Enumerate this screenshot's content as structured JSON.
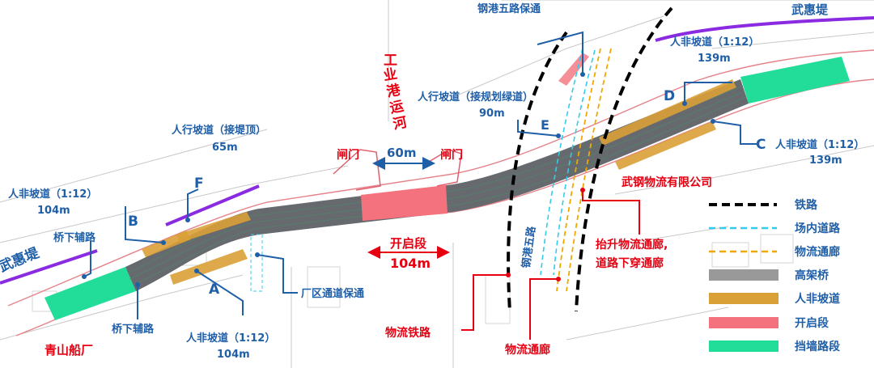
{
  "labels": {
    "wuhuidi_left": "武惠堤",
    "wuhuidi_right": "武惠堤",
    "qingshan": "青山船厂",
    "canal": [
      "工",
      "业",
      "港",
      "运",
      "河"
    ],
    "gate_left": "闸门",
    "gate_right": "闸门",
    "gate_distance": "60m",
    "open_section": "开启段",
    "open_section_len": "104m",
    "road5_keep": "钢港五路保通",
    "road5_vertical": "钢港五路",
    "factory_passage": "厂区通道保通",
    "company": "武钢物流有限公司",
    "lift_line1": "抬升物流通廊,",
    "lift_line2": "道路下穿通廊",
    "logistics_rail": "物流铁路",
    "logistics_corridor": "物流通廊",
    "under_road_top": "桥下辅路",
    "under_road_bottom": "桥下辅路",
    "ramp_F_title": "人行坡道（接堤顶）",
    "ramp_F_len": "65m",
    "ramp_E_title": "人行坡道（接规划绿道）",
    "ramp_E_len": "90m",
    "ramp_B_title": "人非坡道（1:12）",
    "ramp_B_len": "104m",
    "ramp_A_title": "人非坡道（1:12）",
    "ramp_A_len": "104m",
    "ramp_D_title": "人非坡道（1:12）",
    "ramp_D_len": "139m",
    "ramp_C_title": "人非坡道（1:12）",
    "ramp_C_len": "139m",
    "letters": {
      "A": "A",
      "B": "B",
      "C": "C",
      "D": "D",
      "E": "E",
      "F": "F"
    }
  },
  "legend": [
    {
      "label": "铁路",
      "style": "railway",
      "color": "#000000"
    },
    {
      "label": "场内道路",
      "style": "dashed",
      "color": "#33ccee"
    },
    {
      "label": "物流通廊",
      "style": "dashed",
      "color": "#f0a800"
    },
    {
      "label": "高架桥",
      "style": "bar",
      "color": "#999999"
    },
    {
      "label": "人非坡道",
      "style": "bar",
      "color": "#d9a037"
    },
    {
      "label": "开启段",
      "style": "bar",
      "color": "#f4727e"
    },
    {
      "label": "挡墙路段",
      "style": "bar",
      "color": "#22dd99"
    }
  ],
  "colors": {
    "blue_text": "#1f5fa8",
    "red_text": "#e60012",
    "dike": "#8a2be2",
    "bridge": "#666a6e",
    "ramp": "#d9a037",
    "open": "#f4727e",
    "wall": "#22dd99"
  }
}
